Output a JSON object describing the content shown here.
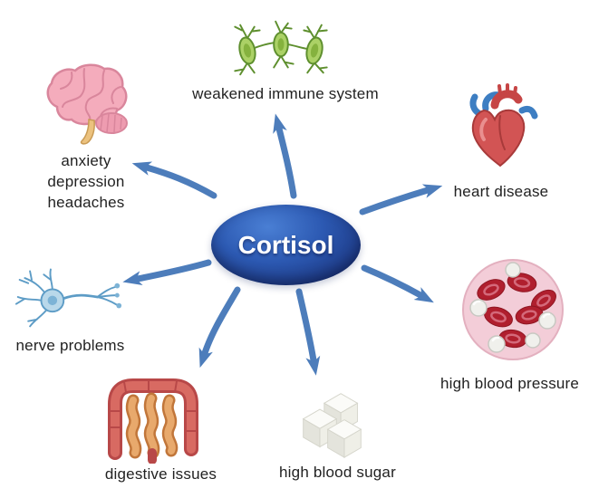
{
  "center": {
    "label": "Cortisol",
    "bg_dark": "#16296e",
    "bg_light": "#4a7fd4",
    "text_color": "#ffffff"
  },
  "arrows": {
    "color": "#4d7dbb"
  },
  "nodes": {
    "immune": {
      "label": "weakened immune system",
      "icon": "immune-cells-icon"
    },
    "mental": {
      "lines": [
        "anxiety",
        "depression",
        "headaches"
      ],
      "icon": "brain-icon"
    },
    "heart": {
      "label": "heart disease",
      "icon": "heart-icon"
    },
    "nerve": {
      "label": "nerve problems",
      "icon": "neuron-icon"
    },
    "blood_pressure": {
      "label": "high blood pressure",
      "icon": "blood-cells-icon"
    },
    "digestive": {
      "label": "digestive issues",
      "icon": "intestines-icon"
    },
    "blood_sugar": {
      "label": "high blood sugar",
      "icon": "sugar-cubes-icon"
    }
  }
}
